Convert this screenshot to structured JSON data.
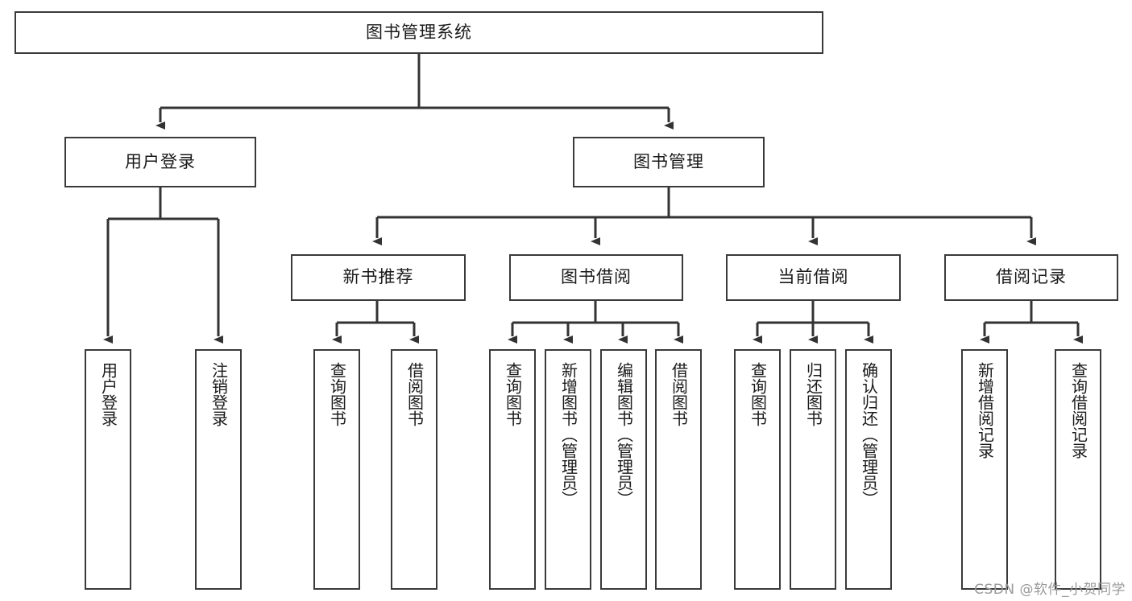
{
  "diagram": {
    "title": "图书管理系统",
    "type": "tree-hierarchy",
    "root": {
      "label": "图书管理系统"
    },
    "level2": [
      {
        "label": "用户登录"
      },
      {
        "label": "图书管理"
      }
    ],
    "level3": [
      {
        "label": "新书推荐"
      },
      {
        "label": "图书借阅"
      },
      {
        "label": "当前借阅"
      },
      {
        "label": "借阅记录"
      }
    ],
    "leaves": {
      "user_login": [
        {
          "label": "用户登录"
        },
        {
          "label": "注销登录"
        }
      ],
      "new_book_recommend": [
        {
          "label": "查询图书"
        },
        {
          "label": "借阅图书"
        }
      ],
      "book_borrow": [
        {
          "label": "查询图书"
        },
        {
          "label": "新增图书（管理员）"
        },
        {
          "label": "编辑图书（管理员）"
        },
        {
          "label": "借阅图书"
        }
      ],
      "current_borrow": [
        {
          "label": "查询图书"
        },
        {
          "label": "归还图书"
        },
        {
          "label": "确认归还（管理员）"
        }
      ],
      "borrow_record": [
        {
          "label": "新增借阅记录"
        },
        {
          "label": "查询借阅记录"
        }
      ]
    }
  },
  "watermark": {
    "text": "CSDN @软件_小贺同学"
  },
  "colors": {
    "background": "#ffffff",
    "box_border": "#3a3a3a",
    "connector": "#333333",
    "text": "#1a1a1a",
    "watermark": "#9a9a9a"
  }
}
